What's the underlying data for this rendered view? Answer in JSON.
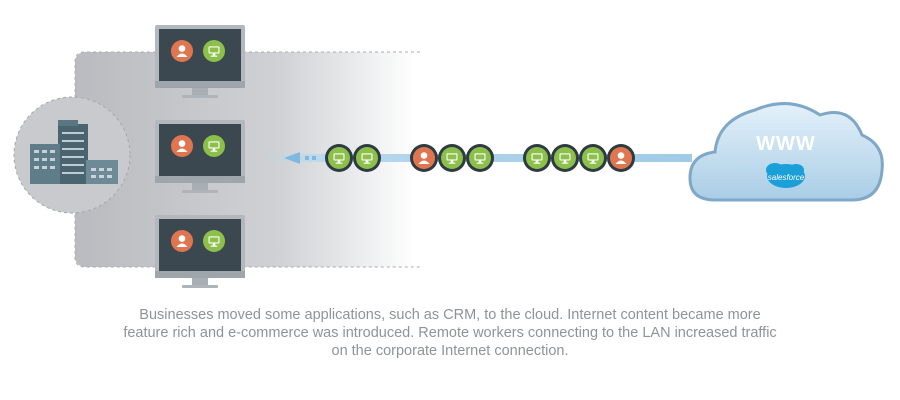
{
  "cloud": {
    "label": "WWW",
    "brand_label": "salesforce"
  },
  "caption": "Businesses moved some applications, such as CRM, to the cloud. Internet content became more feature rich and e-commerce was introduced. Remote workers connecting to the LAN increased traffic on the corporate Internet connection.",
  "packet_groups": [
    [
      "app",
      "app"
    ],
    [
      "user",
      "app",
      "app"
    ],
    [
      "app",
      "app",
      "app",
      "user"
    ]
  ],
  "workstations": [
    {
      "icons": [
        "user",
        "app"
      ]
    },
    {
      "icons": [
        "user",
        "app"
      ]
    },
    {
      "icons": [
        "user",
        "app"
      ]
    }
  ],
  "colors": {
    "user_icon": "#e0764f",
    "app_icon": "#8cc04b",
    "monitor_frame": "#b2b8bd",
    "monitor_screen": "#3c4850",
    "cloud_fill": "#c9e2f2",
    "cloud_stroke": "#7fa8c8",
    "flow_line": "#b8d8ee",
    "salesforce": "#1a9fd9",
    "lan_zone": "#bdbfc4",
    "caption_text": "#8f9398"
  }
}
